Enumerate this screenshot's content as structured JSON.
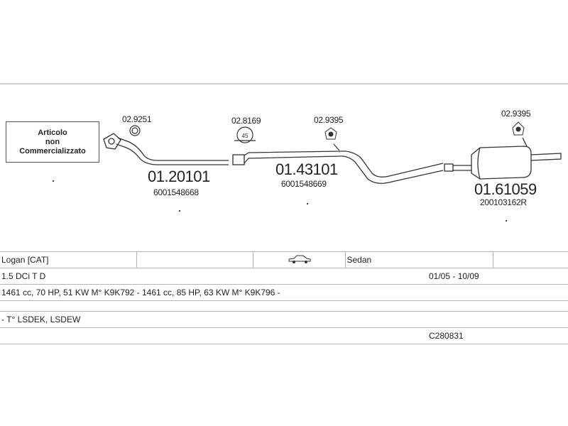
{
  "diagram": {
    "note_lines": [
      "Articolo",
      "non",
      "Commercializzato"
    ],
    "small_parts": [
      {
        "code": "02.9251",
        "icon": "gasket-ring-icon"
      },
      {
        "code": "02.8169",
        "icon": "clamp-icon",
        "badge": "45"
      },
      {
        "code": "02.9395",
        "icon": "rubber-mount-icon"
      },
      {
        "code": "02.9395",
        "icon": "rubber-mount-icon"
      }
    ],
    "main_parts": [
      {
        "code": "01.20101",
        "oem": "6001548668"
      },
      {
        "code": "01.43101",
        "oem": "6001548669"
      },
      {
        "code": "01.61059",
        "oem": "200103162R"
      }
    ]
  },
  "vehicle_icon": "sedan-car-icon",
  "info": {
    "model": "Logan  [CAT]",
    "body_type": "Sedan",
    "engine": "1.5 DCi T D",
    "years": "01/05 - 10/09",
    "specs": "1461 cc, 70 HP, 51 KW  M° K9K792 - 1461 cc, 85 HP, 63 KW  M° K9K796 -",
    "types": "- T° LSDEK, LSDEW",
    "catalog_code": "C280831"
  }
}
